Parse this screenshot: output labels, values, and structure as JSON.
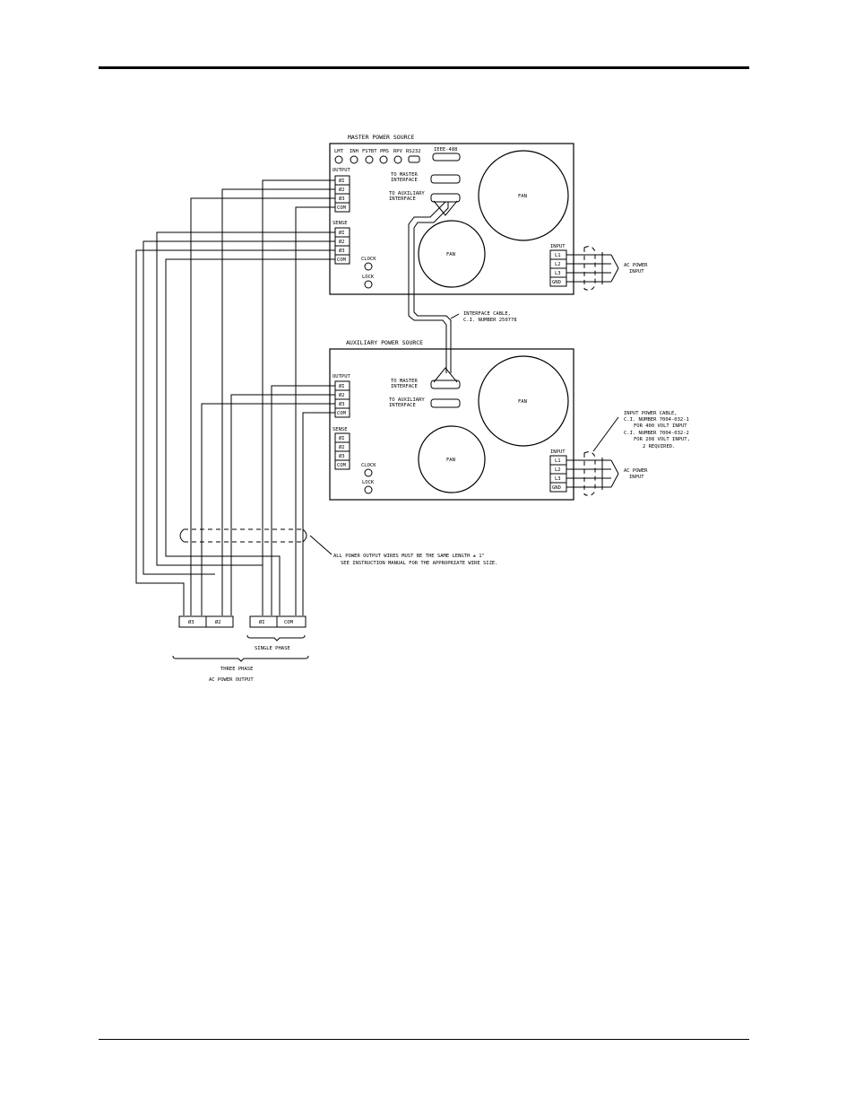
{
  "master": {
    "title": "MASTER POWER SOURCE",
    "indicators": [
      "LMT",
      "INH",
      "FSTBT",
      "PMS",
      "RPV"
    ],
    "rs232": "RS232",
    "ieee": "IEEE-488",
    "to_master": [
      "TO MASTER",
      "INTERFACE"
    ],
    "to_aux": [
      "TO AUXILIARY",
      "INTERFACE"
    ],
    "output_label": "OUTPUT",
    "output_terms": [
      "ØI",
      "Ø2",
      "Ø3",
      "COM"
    ],
    "sense_label": "SENSE",
    "sense_terms": [
      "ØI",
      "Ø2",
      "Ø3",
      "COM"
    ],
    "clock": "CLOCK",
    "lock": "LOCK",
    "fan_large": "FAN",
    "fan_small": "FAN",
    "input_label": "INPUT",
    "input_terms": [
      "L1",
      "L2",
      "L3",
      "GND"
    ]
  },
  "auxiliary": {
    "title": "AUXILIARY POWER SOURCE",
    "to_master": [
      "TO MASTER",
      "INTERFACE"
    ],
    "to_aux": [
      "TO AUXILIARY",
      "INTERFACE"
    ],
    "output_label": "OUTPUT",
    "output_terms": [
      "ØI",
      "Ø2",
      "Ø3",
      "COM"
    ],
    "sense_label": "SENSE",
    "sense_terms": [
      "ØI",
      "Ø2",
      "Ø3",
      "COM"
    ],
    "clock": "CLOCK",
    "lock": "LOCK",
    "fan_large": "FAN",
    "fan_small": "FAN",
    "input_label": "INPUT",
    "input_terms": [
      "L1",
      "L2",
      "L3",
      "GND"
    ]
  },
  "callouts": {
    "ac_input_1": [
      "AC POWER",
      "INPUT"
    ],
    "ac_input_2": [
      "AC POWER",
      "INPUT"
    ],
    "interface_cable": [
      "INTERFACE CABLE,",
      "C.I. NUMBER 250778"
    ],
    "input_cable": [
      "INPUT POWER CABLE,",
      "C.I. NUMBER 7004-032-1",
      "FOR 400 VOLT INPUT",
      "C.I. NUMBER 7004-032-2",
      "FOR 208 VOLT INPUT,",
      "2 REQUIRED."
    ],
    "wire_note": [
      "ALL POWER OUTPUT WIRES MUST BE THE SAME LENGTH ± 1\"",
      "SEE INSTRUCTION MANUAL FOR THE APPROPRIATE WIRE SIZE."
    ]
  },
  "output_block": {
    "terms": [
      "Ø3",
      "Ø2",
      "ØI",
      "COM"
    ],
    "single_phase": "SINGLE PHASE",
    "three_phase": "THREE PHASE",
    "ac_output": "AC POWER OUTPUT"
  }
}
